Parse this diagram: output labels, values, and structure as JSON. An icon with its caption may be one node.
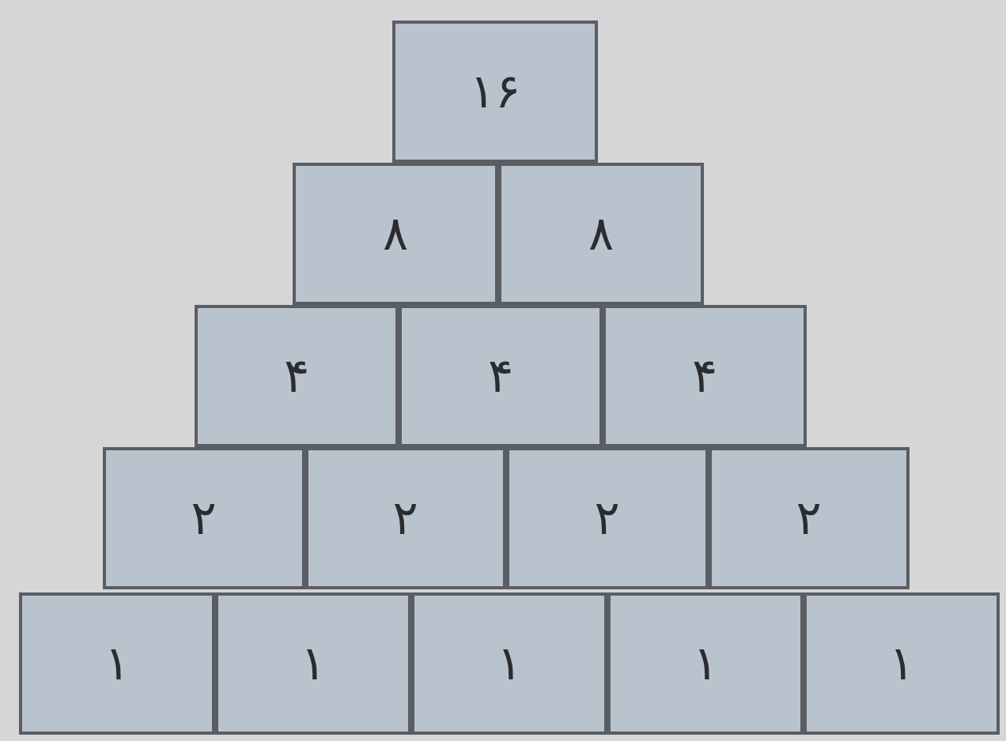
{
  "diagram": {
    "nodes": [
      {
        "text": [
          "۱۶"
        ]
      },
      {
        "text": [
          "۸"
        ]
      },
      {
        "text": [
          "۸"
        ]
      },
      {
        "text": [
          "۴"
        ]
      },
      {
        "text": [
          "۴"
        ]
      },
      {
        "text": [
          "۴"
        ]
      },
      {
        "text": [
          "۲"
        ]
      },
      {
        "text": [
          "۲"
        ]
      },
      {
        "text": [
          "۲"
        ]
      },
      {
        "text": [
          "۲"
        ]
      },
      {
        "text": [
          "۱"
        ]
      },
      {
        "text": [
          "۱"
        ]
      },
      {
        "text": [
          "۱"
        ]
      },
      {
        "text": [
          "۱"
        ]
      },
      {
        "text": [
          "۱"
        ]
      }
    ]
  }
}
